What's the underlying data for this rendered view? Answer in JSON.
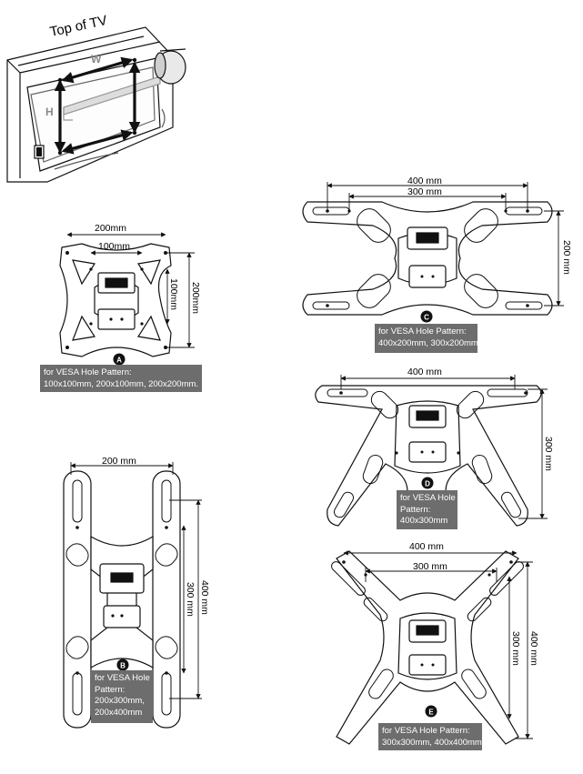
{
  "top_label": "Top of TV",
  "w_label": "W",
  "h_label": "H",
  "plates": [
    {
      "badge": "A",
      "dims": [
        "200mm",
        "100mm",
        "200mm",
        "100mm"
      ],
      "label": [
        "for VESA Hole Pattern:",
        "100x100mm, 200x100mm, 200x200mm."
      ]
    },
    {
      "badge": "B",
      "dims": [
        "200 mm",
        "300 mm",
        "400 mm"
      ],
      "label": [
        "for VESA Hole",
        "Pattern:",
        "200x300mm,",
        "200x400mm"
      ]
    },
    {
      "badge": "C",
      "dims": [
        "400 mm",
        "300 mm",
        "200 mm"
      ],
      "label": [
        "for VESA Hole Pattern:",
        "400x200mm, 300x200mm"
      ]
    },
    {
      "badge": "D",
      "dims": [
        "400 mm",
        "300 mm"
      ],
      "label": [
        "for VESA Hole",
        "Pattern:",
        "400x300mm"
      ]
    },
    {
      "badge": "E",
      "dims": [
        "400 mm",
        "300 mm",
        "300 mm",
        "400 mm"
      ],
      "label": [
        "for VESA Hole Pattern:",
        "300x300mm, 400x400mm"
      ]
    }
  ],
  "colors": {
    "ink": "#111111",
    "label_bg": "#6d6d6d",
    "label_text": "#ffffff",
    "arrow_gray": "#888888"
  }
}
